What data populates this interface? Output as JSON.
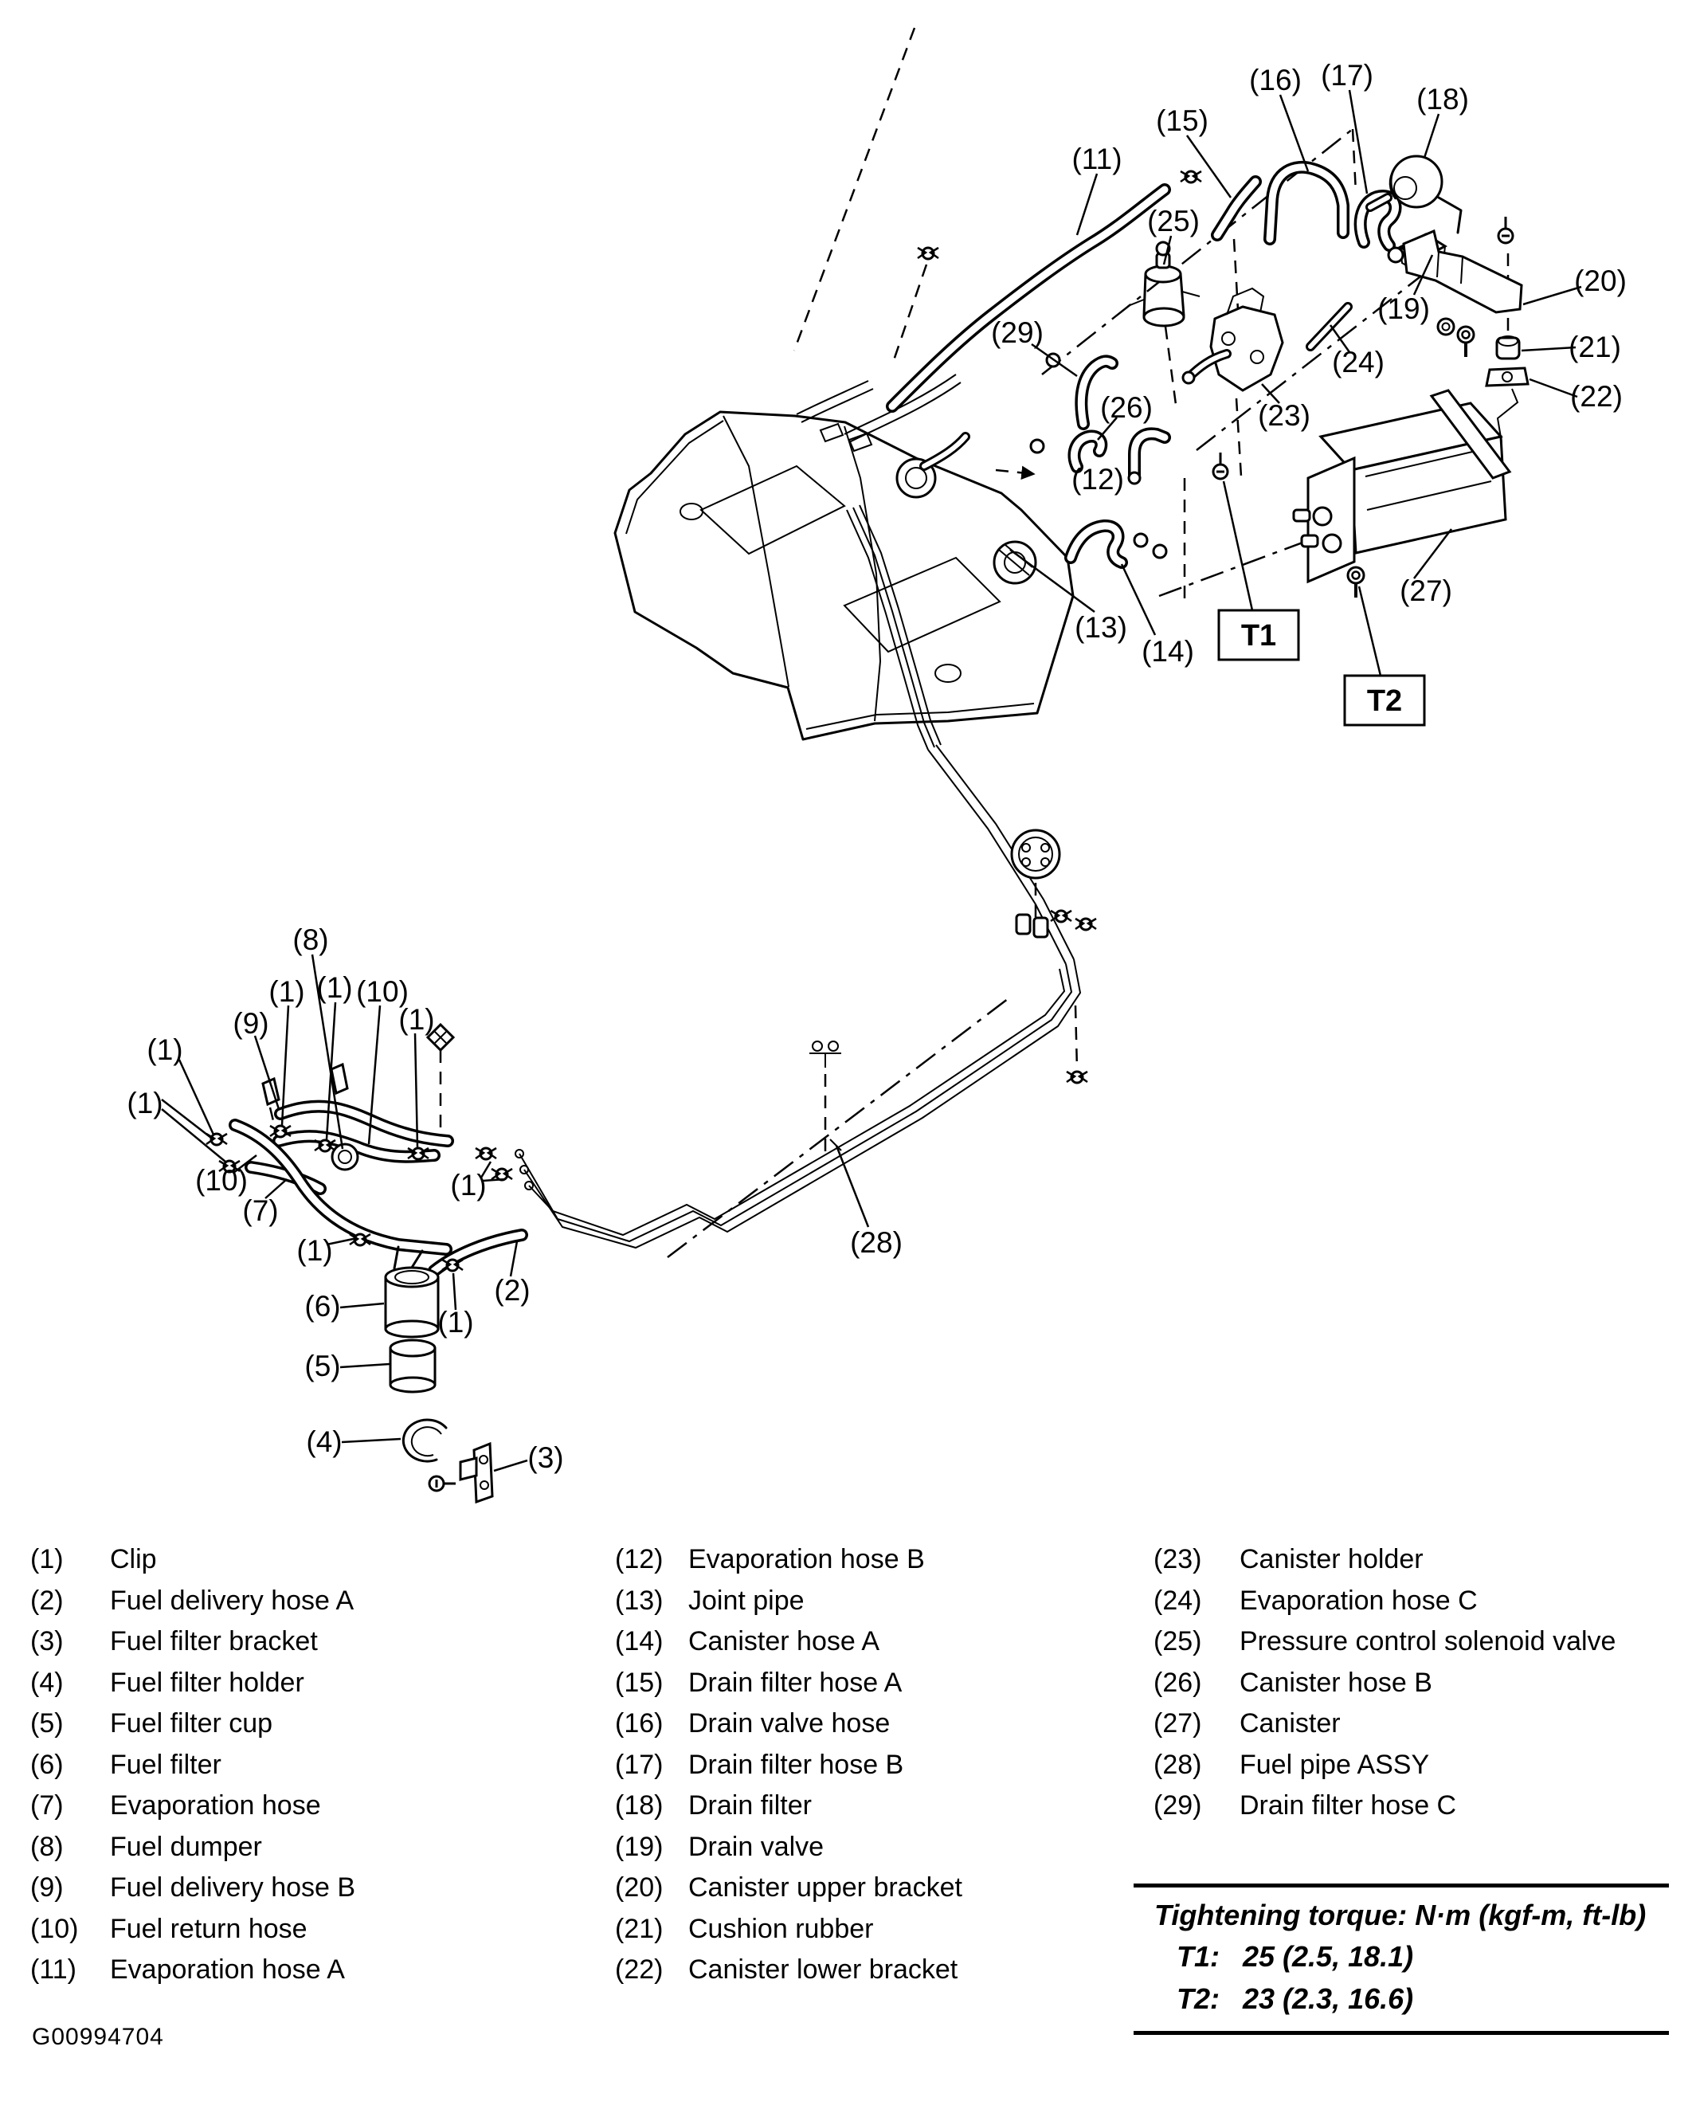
{
  "figure_code": "G00994704",
  "diagram": {
    "labels": {
      "n1": "(1)",
      "n2": "(2)",
      "n3": "(3)",
      "n4": "(4)",
      "n5": "(5)",
      "n6": "(6)",
      "n7": "(7)",
      "n8": "(8)",
      "n9": "(9)",
      "n10": "(10)",
      "n11": "(11)",
      "n12": "(12)",
      "n13": "(13)",
      "n14": "(14)",
      "n15": "(15)",
      "n16": "(16)",
      "n17": "(17)",
      "n18": "(18)",
      "n19": "(19)",
      "n20": "(20)",
      "n21": "(21)",
      "n22": "(22)",
      "n23": "(23)",
      "n24": "(24)",
      "n25": "(25)",
      "n26": "(26)",
      "n27": "(27)",
      "n28": "(28)",
      "n29": "(29)",
      "t1": "T1",
      "t2": "T2"
    }
  },
  "legend": {
    "col1": [
      {
        "num": "(1)",
        "label": "Clip"
      },
      {
        "num": "(2)",
        "label": "Fuel delivery hose A"
      },
      {
        "num": "(3)",
        "label": "Fuel filter bracket"
      },
      {
        "num": "(4)",
        "label": "Fuel filter holder"
      },
      {
        "num": "(5)",
        "label": "Fuel filter cup"
      },
      {
        "num": "(6)",
        "label": "Fuel filter"
      },
      {
        "num": "(7)",
        "label": "Evaporation hose"
      },
      {
        "num": "(8)",
        "label": "Fuel dumper"
      },
      {
        "num": "(9)",
        "label": "Fuel delivery hose B"
      },
      {
        "num": "(10)",
        "label": "Fuel return hose"
      },
      {
        "num": "(11)",
        "label": "Evaporation hose A"
      }
    ],
    "col2": [
      {
        "num": "(12)",
        "label": "Evaporation hose B"
      },
      {
        "num": "(13)",
        "label": "Joint pipe"
      },
      {
        "num": "(14)",
        "label": "Canister hose A"
      },
      {
        "num": "(15)",
        "label": "Drain filter hose A"
      },
      {
        "num": "(16)",
        "label": "Drain valve hose"
      },
      {
        "num": "(17)",
        "label": "Drain filter hose B"
      },
      {
        "num": "(18)",
        "label": "Drain filter"
      },
      {
        "num": "(19)",
        "label": "Drain valve"
      },
      {
        "num": "(20)",
        "label": "Canister upper bracket"
      },
      {
        "num": "(21)",
        "label": "Cushion rubber"
      },
      {
        "num": "(22)",
        "label": "Canister lower bracket"
      }
    ],
    "col3": [
      {
        "num": "(23)",
        "label": "Canister holder"
      },
      {
        "num": "(24)",
        "label": "Evaporation hose C"
      },
      {
        "num": "(25)",
        "label": "Pressure control solenoid valve"
      },
      {
        "num": "(26)",
        "label": "Canister hose B"
      },
      {
        "num": "(27)",
        "label": "Canister"
      },
      {
        "num": "(28)",
        "label": "Fuel pipe ASSY"
      },
      {
        "num": "(29)",
        "label": "Drain filter hose C"
      }
    ]
  },
  "torque_note": {
    "title": "Tightening torque: N·m (kgf-m, ft-lb)",
    "rows": [
      {
        "tag": "T1:",
        "value": "25 (2.5, 18.1)"
      },
      {
        "tag": "T2:",
        "value": "23 (2.3, 16.6)"
      }
    ]
  }
}
